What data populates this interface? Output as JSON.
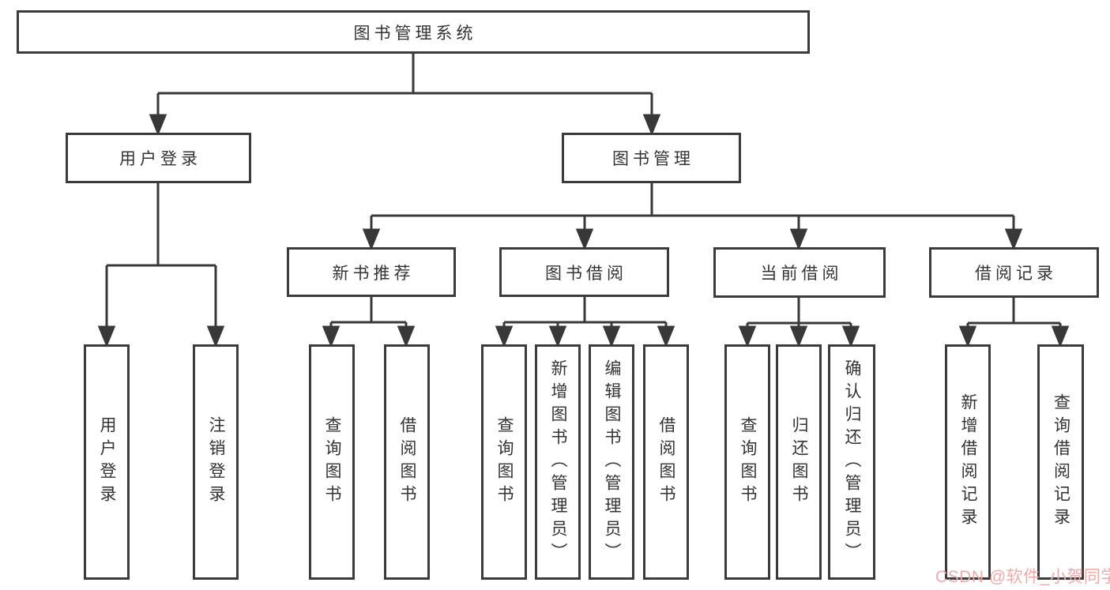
{
  "diagram": {
    "type": "functional-structure-tree",
    "nodes": {
      "root": {
        "label": "图书管理系统"
      },
      "user_login": {
        "label": "用户登录",
        "parent": "root"
      },
      "book_mgmt": {
        "label": "图书管理",
        "parent": "root"
      },
      "login": {
        "label": "用户登录",
        "parent": "user_login"
      },
      "logout": {
        "label": "注销登录",
        "parent": "user_login"
      },
      "recommend": {
        "label": "新书推荐",
        "parent": "book_mgmt"
      },
      "borrow": {
        "label": "图书借阅",
        "parent": "book_mgmt"
      },
      "current": {
        "label": "当前借阅",
        "parent": "book_mgmt"
      },
      "records": {
        "label": "借阅记录",
        "parent": "book_mgmt"
      },
      "rec_query": {
        "label": "查询图书",
        "parent": "recommend"
      },
      "rec_borrow": {
        "label": "借阅图书",
        "parent": "recommend"
      },
      "bor_query": {
        "label": "查询图书",
        "parent": "borrow"
      },
      "bor_add": {
        "label": "新增图书（管理员）",
        "parent": "borrow"
      },
      "bor_edit": {
        "label": "编辑图书（管理员）",
        "parent": "borrow"
      },
      "bor_borrow": {
        "label": "借阅图书",
        "parent": "borrow"
      },
      "cur_query": {
        "label": "查询图书",
        "parent": "current"
      },
      "cur_return": {
        "label": "归还图书",
        "parent": "current"
      },
      "cur_confirm": {
        "label": "确认归还（管理员）",
        "parent": "current"
      },
      "record_add": {
        "label": "新增借阅记录",
        "parent": "records"
      },
      "record_query": {
        "label": "查询借阅记录",
        "parent": "records"
      }
    },
    "colors": {
      "line": "#383838",
      "border": "#3b3b3b",
      "text": "#333333",
      "background": "#ffffff",
      "watermark": "#efa9a9"
    }
  },
  "watermark": {
    "text": "CSDN @软件_小贺同学"
  }
}
